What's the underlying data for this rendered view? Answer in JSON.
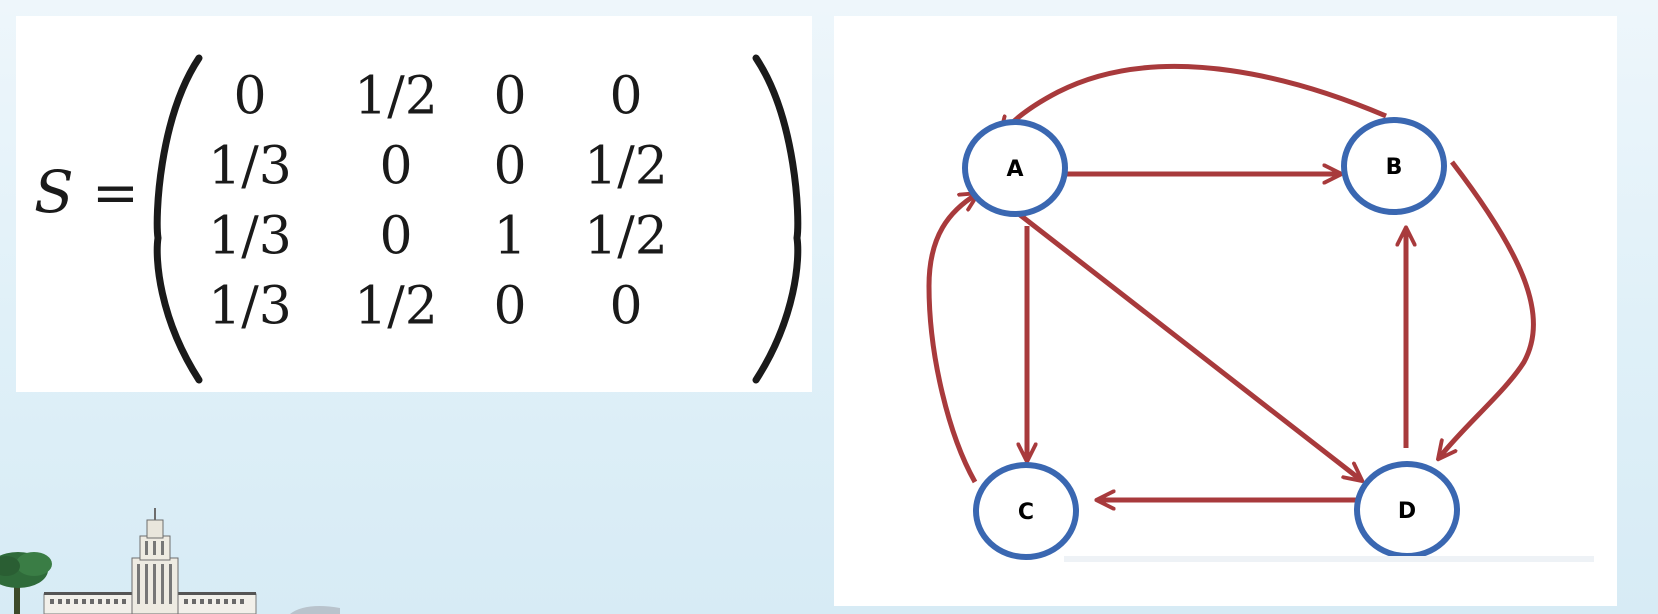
{
  "matrix": {
    "symbol": "S",
    "equals": "=",
    "rows": [
      [
        "0",
        "1/2",
        "0",
        "0"
      ],
      [
        "1/3",
        "0",
        "0",
        "1/2"
      ],
      [
        "1/3",
        "0",
        "1",
        "1/2"
      ],
      [
        "1/3",
        "1/2",
        "0",
        "0"
      ]
    ]
  },
  "graph": {
    "nodes": [
      {
        "id": "A",
        "label": "A"
      },
      {
        "id": "B",
        "label": "B"
      },
      {
        "id": "C",
        "label": "C"
      },
      {
        "id": "D",
        "label": "D"
      }
    ],
    "edges": [
      {
        "from": "A",
        "to": "B"
      },
      {
        "from": "A",
        "to": "C"
      },
      {
        "from": "A",
        "to": "D"
      },
      {
        "from": "B",
        "to": "A"
      },
      {
        "from": "B",
        "to": "D"
      },
      {
        "from": "C",
        "to": "A"
      },
      {
        "from": "D",
        "to": "B"
      },
      {
        "from": "D",
        "to": "C"
      }
    ],
    "colors": {
      "node_stroke": "#3a67b1",
      "edge": "#a83a3c",
      "label": "#000000"
    }
  }
}
